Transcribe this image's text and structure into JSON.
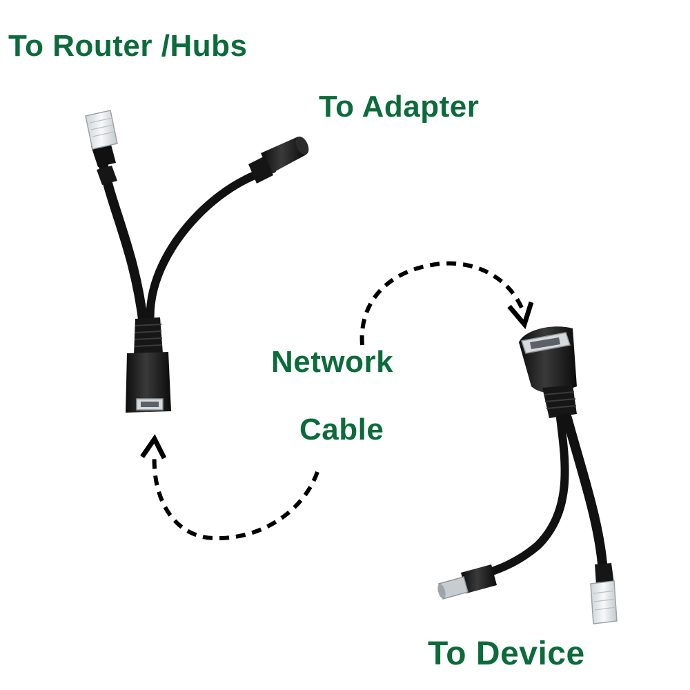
{
  "labels": {
    "router": "To Router /Hubs",
    "adapter": "To Adapter",
    "network": "Network",
    "cable": "Cable",
    "device": "To Device"
  },
  "colors": {
    "label_text": "#0b6b3a",
    "cable": "#111111",
    "connector": "#1a1a1a",
    "plug_clear": "#e9ecef",
    "arrow": "#000000"
  },
  "icons": {
    "splitter_left": "poe-splitter-cable",
    "splitter_right": "poe-injector-cable",
    "arrow_top": "curved-dashed-arrow",
    "arrow_bottom": "curved-dashed-arrow"
  }
}
